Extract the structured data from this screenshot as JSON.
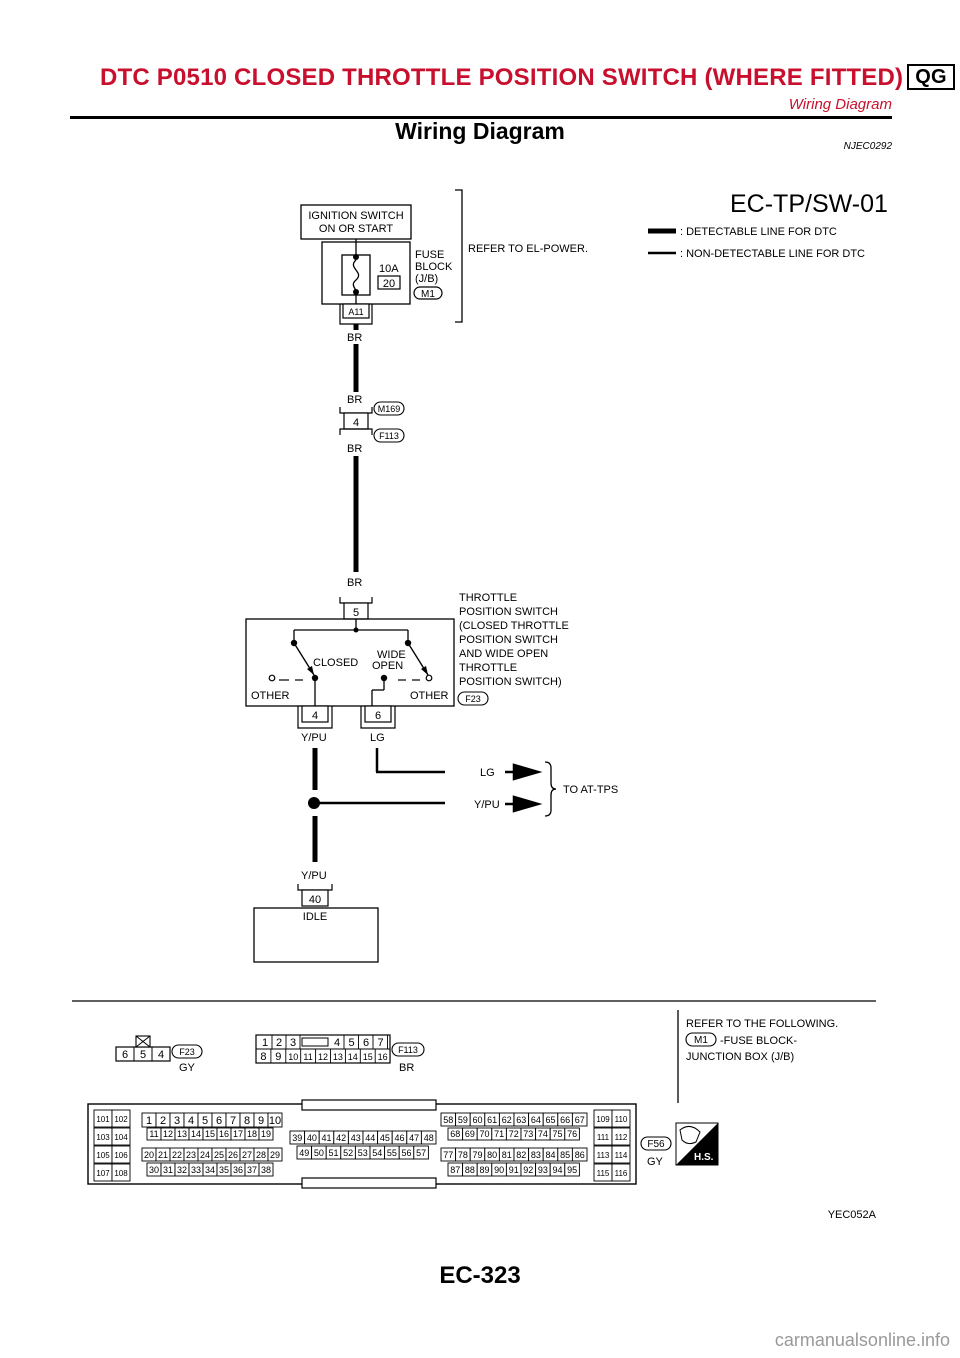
{
  "header": {
    "title": "DTC P0510 CLOSED THROTTLE POSITION SWITCH (WHERE FITTED)",
    "badge": "QG",
    "subtitle": "Wiring Diagram"
  },
  "section": {
    "title": "Wiring Diagram",
    "ref": "NJEC0292"
  },
  "diagram": {
    "code": "EC-TP/SW-01",
    "legend": {
      "detectable": ": DETECTABLE LINE FOR DTC",
      "non_detectable": ": NON-DETECTABLE LINE FOR DTC"
    },
    "ignition": {
      "line1": "IGNITION SWITCH",
      "line2": "ON OR START"
    },
    "fuse": {
      "amp": "10A",
      "num": "20",
      "block1": "FUSE",
      "block2": "BLOCK",
      "block3": "(J/B)",
      "conn": "M1",
      "term": "A11"
    },
    "refer_power": "REFER TO EL-POWER.",
    "wire_br": "BR",
    "joint": {
      "pin": "4",
      "conn_top": "M169",
      "conn_bot": "F113"
    },
    "tps": {
      "pin_top": "5",
      "label_lines": [
        "THROTTLE",
        "POSITION SWITCH",
        "(CLOSED THROTTLE",
        "POSITION SWITCH",
        "AND WIDE OPEN",
        "THROTTLE",
        "POSITION SWITCH)"
      ],
      "conn": "F23",
      "closed": "CLOSED",
      "wide1": "WIDE",
      "wide2": "OPEN",
      "other": "OTHER",
      "pin_left": "4",
      "pin_right": "6"
    },
    "wire_ypu": "Y/PU",
    "wire_lg": "LG",
    "to_at_tps": "TO AT-TPS",
    "ecm": {
      "pin": "40",
      "label": "IDLE"
    },
    "figure_id": "YEC052A"
  },
  "connectors": {
    "f23": {
      "pins": [
        "6",
        "5",
        "4"
      ],
      "id": "F23",
      "color": "GY"
    },
    "f113": {
      "row1": [
        "1",
        "2",
        "3",
        "4",
        "5",
        "6",
        "7"
      ],
      "row2": [
        "8",
        "9",
        "10",
        "11",
        "12",
        "13",
        "14",
        "15",
        "16"
      ],
      "id": "F113",
      "color": "BR"
    },
    "refer": {
      "line1": "REFER TO THE FOLLOWING.",
      "conn": "M1",
      "line2": "-FUSE BLOCK-",
      "line3": "JUNCTION BOX (J/B)"
    },
    "f56": {
      "id": "F56",
      "color": "GY",
      "hs": "H.S."
    },
    "ecm_rows": {
      "r1a": [
        "1",
        "2",
        "3",
        "4",
        "5",
        "6",
        "7",
        "8",
        "9",
        "10"
      ],
      "r1b": [
        "11",
        "12",
        "13",
        "14",
        "15",
        "16",
        "17",
        "18",
        "19"
      ],
      "r1c": [
        "20",
        "21",
        "22",
        "23",
        "24",
        "25",
        "26",
        "27",
        "28",
        "29"
      ],
      "r1d": [
        "30",
        "31",
        "32",
        "33",
        "34",
        "35",
        "36",
        "37",
        "38"
      ],
      "r2a": [
        "39",
        "40",
        "41",
        "42",
        "43",
        "44",
        "45",
        "46",
        "47",
        "48"
      ],
      "r2b": [
        "49",
        "50",
        "51",
        "52",
        "53",
        "54",
        "55",
        "56",
        "57"
      ],
      "r3a": [
        "58",
        "59",
        "60",
        "61",
        "62",
        "63",
        "64",
        "65",
        "66",
        "67"
      ],
      "r3b": [
        "68",
        "69",
        "70",
        "71",
        "72",
        "73",
        "74",
        "75",
        "76"
      ],
      "r3c": [
        "77",
        "78",
        "79",
        "80",
        "81",
        "82",
        "83",
        "84",
        "85",
        "86"
      ],
      "r3d": [
        "87",
        "88",
        "89",
        "90",
        "91",
        "92",
        "93",
        "94",
        "95"
      ],
      "left": [
        "101",
        "102",
        "103",
        "104",
        "105",
        "106",
        "107",
        "108"
      ],
      "right": [
        "109",
        "110",
        "111",
        "112",
        "113",
        "114",
        "115",
        "116"
      ]
    }
  },
  "footer": {
    "page": "EC-323",
    "watermark": "carmanualsonline.info"
  }
}
